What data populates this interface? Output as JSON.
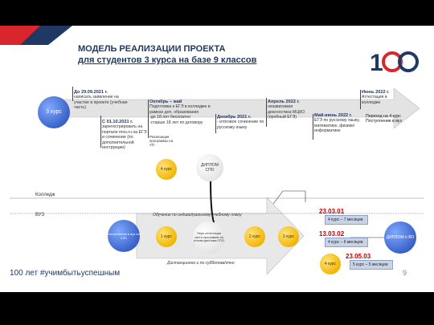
{
  "title": {
    "line1": "МОДЕЛЬ РЕАЛИЗАЦИИ ПРОЕКТА",
    "line2": "для студентов 3 курса на базе 9 классов"
  },
  "start": {
    "label": "3 курс"
  },
  "events": [
    {
      "date": "До 29.09.2021 г.",
      "text": "написать заявление на участие в проекте (учебная часть)"
    },
    {
      "date": "С 01.10.2021 г.",
      "text": "зарегистрировать на портале mos.ru на ЕГЭ и сочинение (по дополнительной инструкции)"
    },
    {
      "date": "Октябрь – май",
      "text": "Подготовка к ЕГЭ в колледже в рамках доп. образования",
      "notes": [
        "-до 18 лет бесплатно",
        "-старше 18 лет по договору"
      ]
    },
    {
      "date": "Декабрь 2021 г.",
      "text": "- итоговое сочинение по русскому языку"
    },
    {
      "date": "Апрель 2022 г.",
      "text": "независимая диагностика МЦКО (пробный ЕГЭ)"
    },
    {
      "date": "Май-июнь 2022 г.",
      "text": "ЕГЭ по русскому языку, математике, физике/ информатике"
    },
    {
      "date": "Июнь 2022 г.",
      "text": "Аттестация в колледже"
    }
  ],
  "final_box": {
    "line1": "Переход на 4 курс",
    "line2": "Поступление в вуз"
  },
  "side_note": "Реализация программы на УП",
  "college": {
    "label": "Колледж",
    "course4": "4 курс",
    "diploma": "ДИПЛОМ СПО"
  },
  "vuz": {
    "label": "ВУЗ",
    "admission": "поступление в вуз на 2ЛС",
    "individual_plan": "Обучение по индивидуальному учебному плану",
    "course1": "1 курс",
    "transfer": "Пере-аттестация части программы по итогам диплома СПО",
    "course2": "2 курс",
    "course3": "3 курс",
    "course4": "4 курс",
    "remote": "Дистанционно и по субботам/очно",
    "diploma": "ДИПЛОМ о ВО"
  },
  "codes": [
    {
      "code": "23.03.01",
      "period": "4 курс – 7 месяцев"
    },
    {
      "code": "13.03.02",
      "period": "4 курс – 6 месяцев"
    },
    {
      "code": "23.05.03",
      "period": "5 курс – 5 месяцев"
    }
  ],
  "footer": {
    "slogan": "100 лет #учимбытьуспешным",
    "page": "9"
  },
  "colors": {
    "navy": "#1f3864",
    "arrow": "#e6e6e6",
    "red": "#c00000",
    "orange": "#f2b705",
    "blue": "#3a63c9"
  }
}
